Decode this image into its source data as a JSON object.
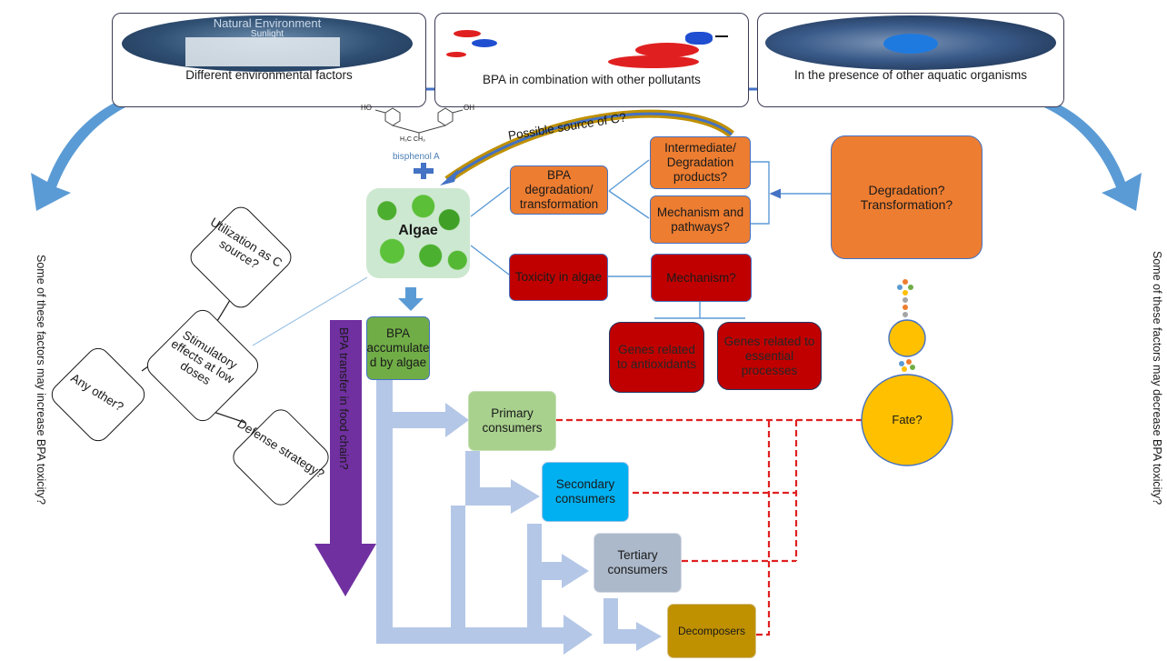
{
  "top_panels": [
    {
      "label": "Different environmental factors",
      "image_text": "Natural Environment",
      "image_sub": "Sunlight"
    },
    {
      "label": "BPA in combination with other pollutants"
    },
    {
      "label": "In  the presence of other aquatic organisms"
    }
  ],
  "side_text": {
    "left": "Some of these factors may increase BPA toxicity?",
    "right": "Some of these factors may decrease BPA toxicity?"
  },
  "molecule": {
    "name": "bisphenol A",
    "oh_left": "HO",
    "oh_right": "OH",
    "methyls": "H₃C  CH₃",
    "plus": "+"
  },
  "possible_source": "Possible source of C?",
  "algae_label": "Algae",
  "boxes": {
    "degradation": "BPA degradation/ transformation",
    "intermediate": "Intermediate/ Degradation products?",
    "mechanism_pathways": "Mechanism and pathways?",
    "degradation_q": "Degradation? Transformation?",
    "toxicity": "Toxicity in algae",
    "mechanism": "Mechanism?",
    "genes_antioxidants": "Genes related to antioxidants",
    "genes_essential": "Genes related to essential processes",
    "accumulated": "BPA accumulate d by algae",
    "primary": "Primary consumers",
    "secondary": "Secondary consumers",
    "tertiary": "Tertiary consumers",
    "decomposers": "Decomposers",
    "fate": "Fate?"
  },
  "food_chain_label": "BPA transfer in food chain?",
  "diamonds": {
    "utilization": "Utilization as C source?",
    "stimulatory": "Stimulatory effects at low doses",
    "any_other": "Any other?",
    "defense": "Defense strategy?"
  },
  "colors": {
    "orange": "#ed7d31",
    "red": "#c00000",
    "green_dark": "#70ad47",
    "green_light": "#a9d18e",
    "cyan": "#00b0f0",
    "gray_blue": "#acb9ca",
    "gold": "#bf9000",
    "yellow": "#ffc000",
    "purple": "#7030a0",
    "blue_arrow": "#4472c4",
    "flow_arrow": "#b4c7e7"
  }
}
